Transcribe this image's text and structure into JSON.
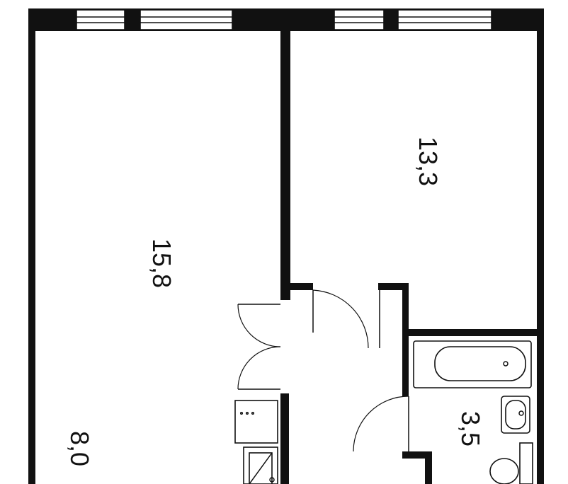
{
  "rooms": [
    {
      "id": "room-left",
      "area": "15,8"
    },
    {
      "id": "room-right",
      "area": "13,3"
    },
    {
      "id": "bathroom",
      "area": "3,5"
    },
    {
      "id": "kitchen",
      "area": "8,0"
    }
  ],
  "colors": {
    "wall": "#111111",
    "background": "#ffffff"
  }
}
